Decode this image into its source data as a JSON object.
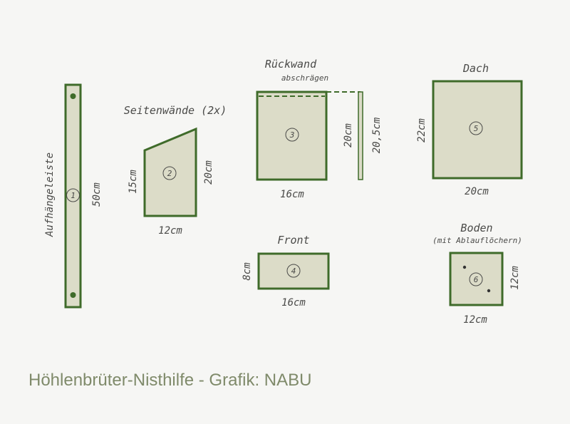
{
  "colors": {
    "board_fill": "#dcdcc8",
    "board_stroke": "#3f6b2a",
    "hole": "#3f6b2a",
    "text": "#4a4a48",
    "caption": "#7f8a6a"
  },
  "parts": {
    "aufhaengeleiste": {
      "number": "1",
      "name": "Aufhängeleiste",
      "length": "50cm"
    },
    "seitenwaende": {
      "number": "2",
      "name": "Seitenwände (2x)",
      "left_height": "15cm",
      "right_height": "20cm",
      "width": "12cm"
    },
    "rueckwand": {
      "number": "3",
      "name": "Rückwand",
      "note": "abschrägen",
      "height": "20cm",
      "side_height": "20,5cm",
      "width": "16cm"
    },
    "front": {
      "number": "4",
      "name": "Front",
      "height": "8cm",
      "width": "16cm"
    },
    "dach": {
      "number": "5",
      "name": "Dach",
      "height": "22cm",
      "width": "20cm"
    },
    "boden": {
      "number": "6",
      "name": "Boden",
      "note": "(mit Ablauflöchern)",
      "height": "12cm",
      "width": "12cm"
    }
  },
  "caption": "Höhlenbrüter-Nisthilfe - Grafik: NABU"
}
